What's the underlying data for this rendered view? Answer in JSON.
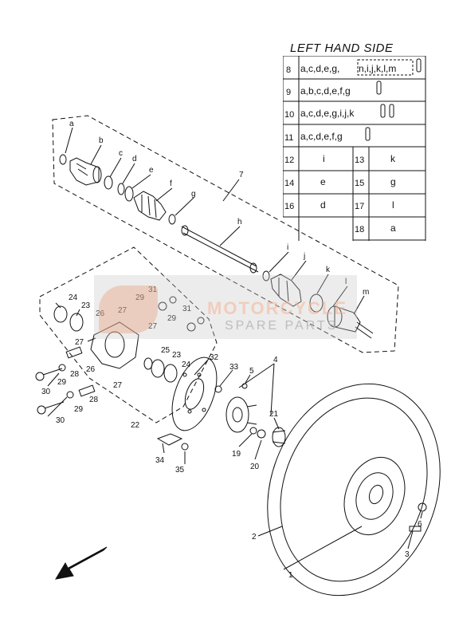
{
  "legend": {
    "title": "LEFT HAND SIDE",
    "rows": [
      {
        "num": "8",
        "text": "a,c,d,e,g,",
        "boxed": "n,i,j,k,l,m"
      },
      {
        "num": "9",
        "text": "a,b,c,d,e,f,g"
      },
      {
        "num": "10",
        "text": "a,c,d,e,g,i,j,k"
      },
      {
        "num": "11",
        "text": "a,c,d,e,f,g"
      }
    ],
    "grid": [
      {
        "num": "12",
        "val": "i"
      },
      {
        "num": "13",
        "val": "k"
      },
      {
        "num": "14",
        "val": "e"
      },
      {
        "num": "15",
        "val": "g"
      },
      {
        "num": "16",
        "val": "d"
      },
      {
        "num": "17",
        "val": "l"
      },
      {
        "num": "18",
        "val": "a"
      }
    ]
  },
  "callouts": {
    "n1": "1",
    "n2": "2",
    "n3": "3",
    "n4": "4",
    "n5": "5",
    "n6": "6",
    "n7": "7",
    "n19": "19",
    "n20": "20",
    "n21": "21",
    "n22": "22",
    "n23a": "23",
    "n23b": "23",
    "n24a": "24",
    "n24b": "24",
    "n25": "25",
    "n26a": "26",
    "n26b": "26",
    "n27a": "27",
    "n27b": "27",
    "n27c": "27",
    "n27d": "27",
    "n28a": "28",
    "n28b": "28",
    "n29a": "29",
    "n29b": "29",
    "n29c": "29",
    "n29d": "29",
    "n30a": "30",
    "n30b": "30",
    "n31a": "31",
    "n31b": "31",
    "n32": "32",
    "n33": "33",
    "n34": "34",
    "n35": "35",
    "la": "a",
    "lb": "b",
    "lc": "c",
    "ld": "d",
    "le": "e",
    "lf": "f",
    "lg": "g",
    "lh": "h",
    "li": "i",
    "lj": "j",
    "lk": "k",
    "ll": "l",
    "lm": "m"
  },
  "watermark": {
    "brand": "MOTORCYCLE",
    "sub": "SPARE PARTS"
  },
  "icons": [
    "front-arrow-icon",
    "bolt-icon"
  ]
}
